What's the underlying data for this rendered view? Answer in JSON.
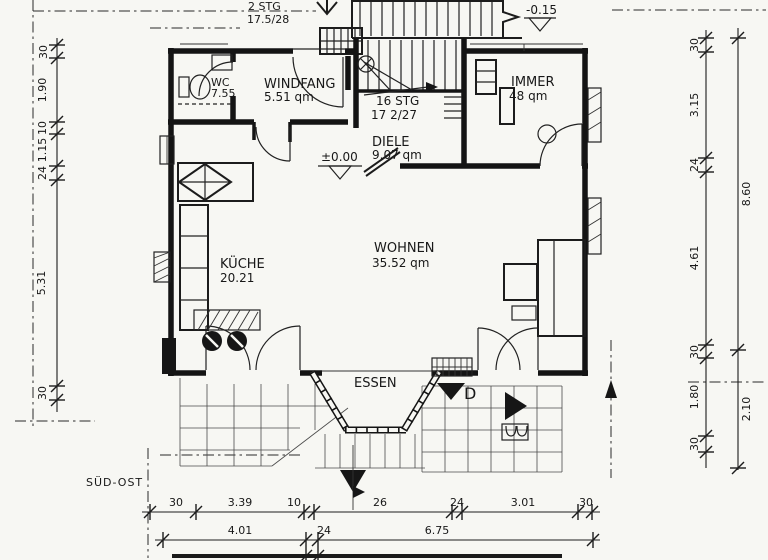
{
  "plan": {
    "rooms": {
      "wc": {
        "name": "WC",
        "area": "7.55"
      },
      "windfang": {
        "name": "WINDFANG",
        "area": "5.51 qm"
      },
      "diele": {
        "name": "DIELE",
        "area": "9.07 qm"
      },
      "zimmer": {
        "name": "IMMER",
        "area": "48 qm"
      },
      "kueche": {
        "name": "KÜCHE",
        "area": "20.21"
      },
      "wohnen": {
        "name": "WOHNEN",
        "area": "35.52 qm"
      },
      "essen": {
        "name": "ESSEN"
      }
    },
    "stairs": {
      "exterior": {
        "count": "2 STG",
        "dim": "17.5/28"
      },
      "interior": {
        "count": "16 STG",
        "dim": "17 2/27"
      }
    },
    "levels": {
      "entry": "-0.15",
      "ground": "±0.00"
    },
    "markers": {
      "section": "D",
      "orientation": "SÜD-OST"
    },
    "dimensions": {
      "left": [
        "30",
        "1.90",
        "10",
        "1.15",
        "24",
        "5.31",
        "30"
      ],
      "right_inner": [
        "30",
        "3.15",
        "24",
        "4.61",
        "30",
        "1.80",
        "30"
      ],
      "right_outer": [
        "8.60",
        "2.10"
      ],
      "bottom_row1": [
        "30",
        "3.39",
        "10",
        "26",
        "24",
        "3.01",
        "30"
      ],
      "bottom_row2": [
        "4.01",
        "24",
        "6.75"
      ]
    }
  }
}
